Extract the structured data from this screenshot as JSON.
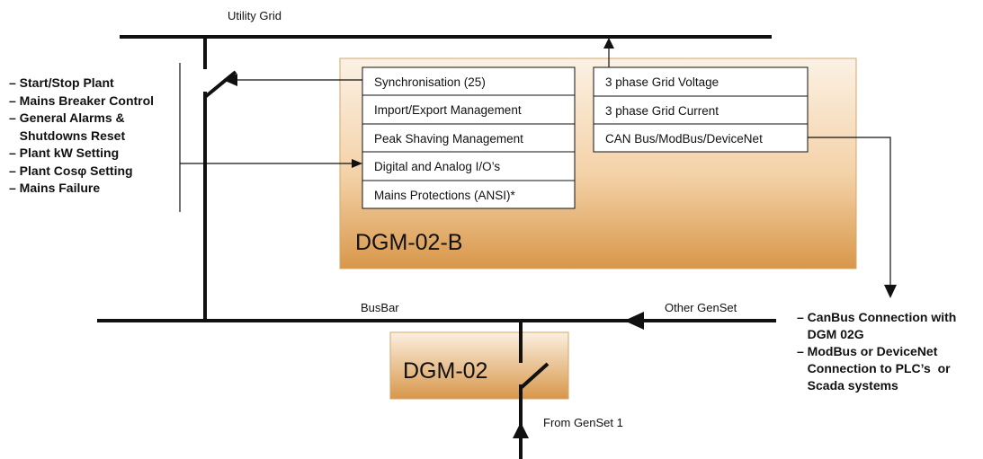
{
  "labels": {
    "utility_grid": "Utility Grid",
    "busbar": "BusBar",
    "other_genset": "Other GenSet",
    "from_genset": "From GenSet 1"
  },
  "dgm02b": {
    "title": "DGM-02-B",
    "left_items": [
      "Synchronisation (25)",
      "Import/Export Management",
      "Peak Shaving Management",
      "Digital and Analog I/O’s",
      "Mains Protections (ANSI)*"
    ],
    "right_items": [
      "3 phase Grid Voltage",
      "3 phase Grid Current",
      "CAN Bus/ModBus/DeviceNet"
    ]
  },
  "dgm02": {
    "title": "DGM-02"
  },
  "left_list": [
    "– Start/Stop Plant",
    "– Mains Breaker Control",
    "– General Alarms &",
    "   Shutdowns Reset",
    "– Plant kW Setting",
    "– Plant Cosφ Setting",
    "– Mains Failure"
  ],
  "right_list": [
    "– CanBus Connection with",
    "   DGM 02G",
    "– ModBus or DeviceNet",
    "   Connection to PLC’s  or",
    "   Scada systems"
  ],
  "colors": {
    "panel_light": "#fbefe0",
    "panel_dark": "#d9984c",
    "line": "#111111"
  }
}
